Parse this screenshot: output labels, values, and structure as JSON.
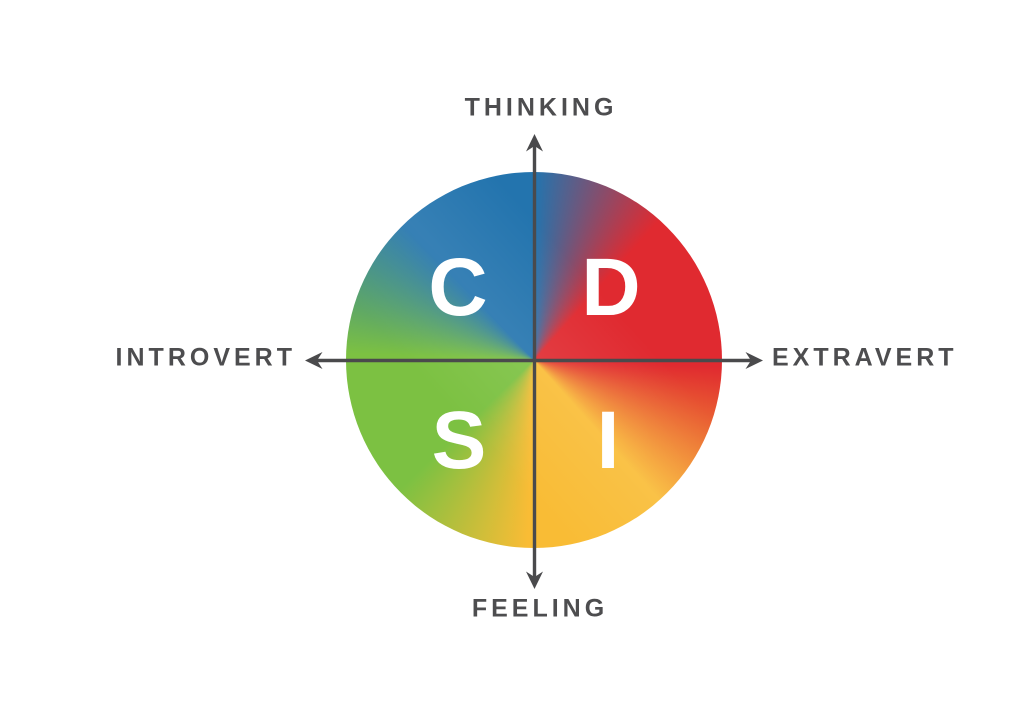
{
  "diagram": {
    "type": "disc-personality-quadrant-model",
    "axis_labels": {
      "top": "THINKING",
      "bottom": "FEELING",
      "left": "INTROVERT",
      "right": "EXTRAVERT"
    },
    "quadrants": [
      {
        "letter": "C",
        "position": "top-left",
        "color": "#2374ae"
      },
      {
        "letter": "D",
        "position": "top-right",
        "color": "#e02a30"
      },
      {
        "letter": "S",
        "position": "bottom-left",
        "color": "#7cc142"
      },
      {
        "letter": "I",
        "position": "bottom-right",
        "color": "#f9bc35"
      }
    ],
    "colors": {
      "axis_line": "#4a4a4c",
      "axis_label_text": "#4d4d4f",
      "quadrant_letter_text": "#ffffff",
      "background": "#ffffff",
      "blend_top": "blue-to-red purple blend",
      "blend_right": "red-to-yellow orange blend",
      "blend_bottom": "yellow-to-green blend",
      "blend_left": "green-to-blue teal blend"
    }
  }
}
